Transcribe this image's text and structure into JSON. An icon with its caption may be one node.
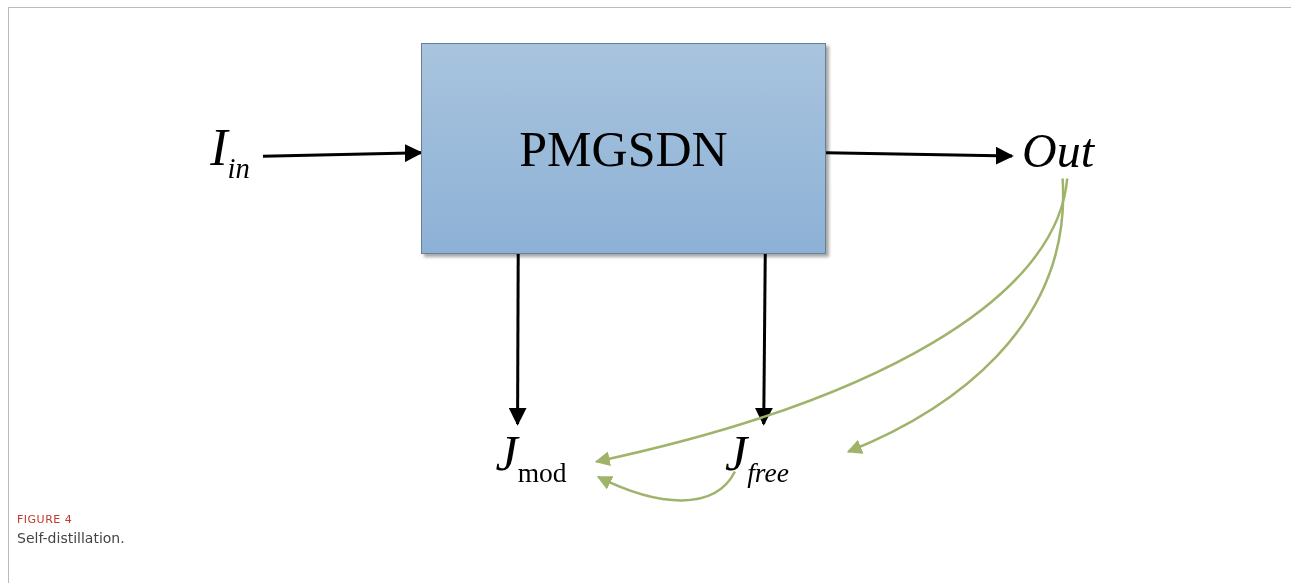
{
  "diagram": {
    "caption": "Self-distillation.",
    "nodes": [
      {
        "text": [
          "I$_{in}$"
        ]
      },
      {
        "text": [
          "PMGSDN"
        ]
      },
      {
        "text": [
          "Out"
        ]
      },
      {
        "text": [
          "*J*$_{mod}$"
        ]
      },
      {
        "text": [
          "J$_{free}$"
        ]
      }
    ],
    "edges": [
      {
        "from": 0,
        "to": 1,
        "arrow": "to"
      },
      {
        "from": 1,
        "to": 2,
        "arrow": "to"
      },
      {
        "from": 1,
        "to": 3,
        "arrow": "to"
      },
      {
        "from": 1,
        "to": 4,
        "arrow": "to"
      },
      {
        "from": 2,
        "to": 3,
        "arrow": "to",
        "color": "#9fb36b"
      },
      {
        "from": 2,
        "to": 4,
        "arrow": "to",
        "color": "#9fb36b"
      },
      {
        "from": 4,
        "to": 3,
        "arrow": "to",
        "color": "#9fb36b"
      }
    ],
    "labels": [
      "FIGURE 4"
    ]
  }
}
